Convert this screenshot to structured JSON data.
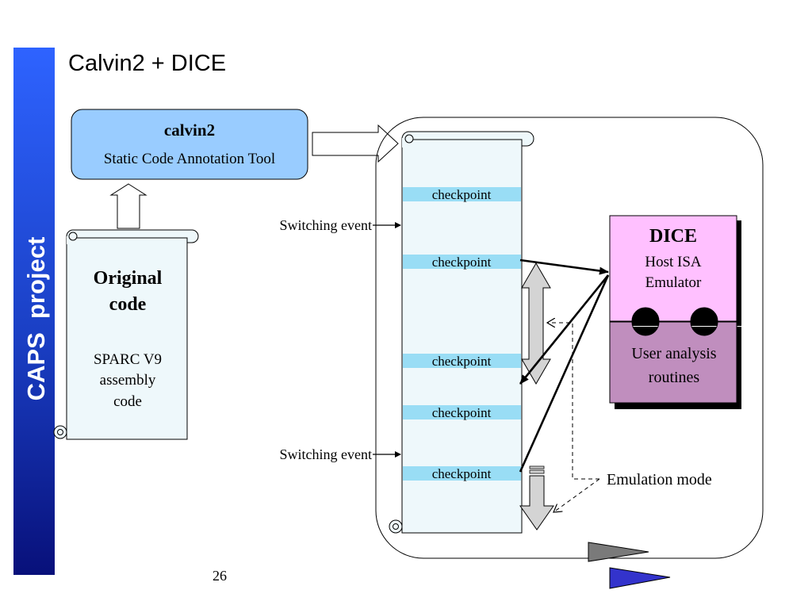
{
  "slide": {
    "title": "Calvin2 + DICE",
    "sidebar_label": "CAPS  project",
    "page_number": "26"
  },
  "calvin2": {
    "title": "calvin2",
    "subtitle": "Static Code Annotation Tool"
  },
  "original_code": {
    "title_line1": "Original",
    "title_line2": "code",
    "desc_line1": "SPARC V9",
    "desc_line2": "assembly",
    "desc_line3": "code"
  },
  "annotated_code": {
    "checkpoints": [
      "checkpoint",
      "checkpoint",
      "checkpoint",
      "checkpoint",
      "checkpoint"
    ],
    "switching_events": [
      "Switching event",
      "Switching event"
    ]
  },
  "dice": {
    "title": "DICE",
    "line1": "Host ISA",
    "line2": "Emulator"
  },
  "user_routines": {
    "line1": "User analysis",
    "line2": "routines"
  },
  "legend": {
    "emulation_mode": "Emulation mode"
  },
  "colors": {
    "sidebar_top": "#2e63ff",
    "sidebar_bottom": "#08107a",
    "calvin2_fill": "#99ccff",
    "scroll_fill": "#eef8fb",
    "checkpoint_fill": "#99ddf5",
    "dice_fill": "#ffc0ff",
    "routines_fill": "#c08ebe",
    "gray_arrow": "#d4d4d4"
  }
}
